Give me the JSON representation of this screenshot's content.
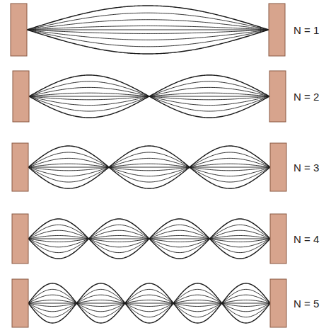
{
  "diagram": {
    "labels": [
      "N = 1",
      "N = 2",
      "N = 3",
      "N = 4",
      "N = 5"
    ]
  }
}
